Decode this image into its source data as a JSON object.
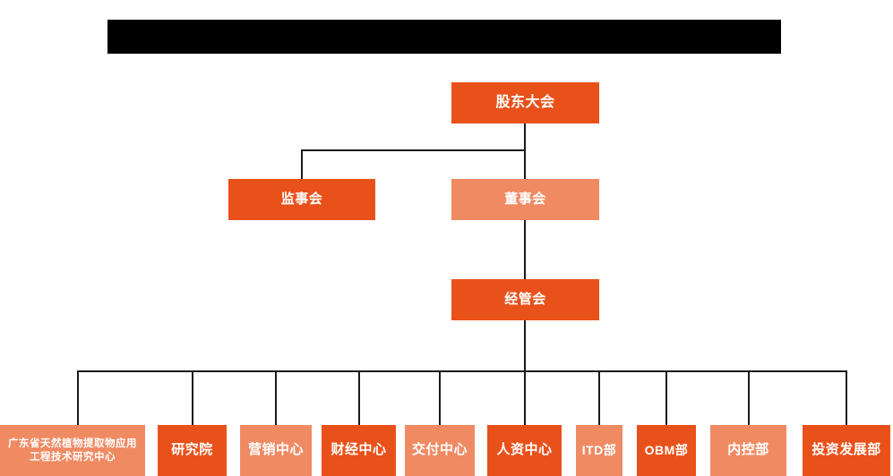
{
  "diagram": {
    "type": "org-chart",
    "background_color": "#FFFFFF",
    "colors": {
      "dark_orange": "#E9511A",
      "light_orange": "#F08A63",
      "connector": "#1A1A1A",
      "title_bar": "#000000",
      "text": "#FFFFFF"
    },
    "title_bar": {
      "label": "",
      "redacted": true
    },
    "levels": [
      {
        "name": "level-1",
        "nodes": [
          {
            "id": "shareholders-meeting",
            "label": "股东大会",
            "tone": "dark"
          }
        ]
      },
      {
        "name": "level-2",
        "nodes": [
          {
            "id": "board-of-supervisors",
            "label": "监事会",
            "tone": "dark"
          },
          {
            "id": "board-of-directors",
            "label": "董事会",
            "tone": "light"
          }
        ]
      },
      {
        "name": "level-3",
        "nodes": [
          {
            "id": "management-committee",
            "label": "经管会",
            "tone": "dark"
          }
        ]
      },
      {
        "name": "level-4",
        "nodes": [
          {
            "id": "guangdong-research-center",
            "label": "广东省天然植物提取物应用工程技术研究中心",
            "tone": "light"
          },
          {
            "id": "research-institute",
            "label": "研究院",
            "tone": "dark"
          },
          {
            "id": "marketing-center",
            "label": "营销中心",
            "tone": "light"
          },
          {
            "id": "finance-center",
            "label": "财经中心",
            "tone": "dark"
          },
          {
            "id": "delivery-center",
            "label": "交付中心",
            "tone": "light"
          },
          {
            "id": "hr-center",
            "label": "人资中心",
            "tone": "dark"
          },
          {
            "id": "itd-department",
            "label": "ITD部",
            "tone": "light"
          },
          {
            "id": "obm-department",
            "label": "OBM部",
            "tone": "dark"
          },
          {
            "id": "internal-control-department",
            "label": "内控部",
            "tone": "light"
          },
          {
            "id": "investment-development-department",
            "label": "投资发展部",
            "tone": "dark"
          }
        ]
      }
    ]
  }
}
